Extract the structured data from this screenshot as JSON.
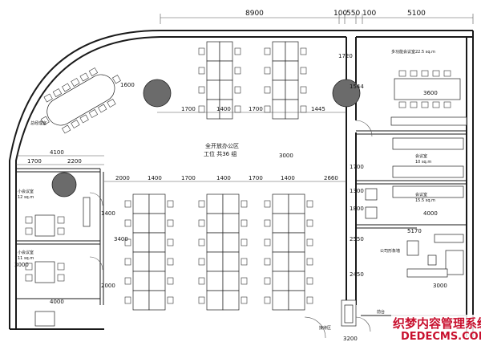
{
  "dimensions": {
    "top_left": "8900",
    "top_mid_a": "100",
    "top_mid_b": "550",
    "top_mid_c": "100",
    "top_right": "5100",
    "d1600": "1600",
    "d1700_a": "1700",
    "d1400_a": "1400",
    "d1700_b": "1700",
    "d1445": "1445",
    "d3600": "3600",
    "d4100": "4100",
    "d1700_c": "1700",
    "d2200": "2200",
    "d2000": "2000",
    "d1400_b": "1400",
    "d1700_d": "1700",
    "d1400_c": "1400",
    "d1700_e": "1700",
    "d1400_d": "1400",
    "d2660": "2660",
    "d3000_v": "3000",
    "d4000_a": "4000",
    "d5170": "5170",
    "d4000_b": "4000",
    "d3000_h": "3000",
    "d3000_b": "3000",
    "d2000_v": "2000",
    "d3200": "3200",
    "d1720": "1720",
    "d1544": "1544",
    "d1300": "1300",
    "d1800": "1800",
    "d1700_v": "1700",
    "d2550": "2550",
    "d2450": "2450",
    "d3400": "3400",
    "d1400_v": "1400"
  },
  "rooms": {
    "open_office_line1": "全开放办公区",
    "open_office_line2": "工位 共36 组",
    "meeting_large": "多功能会议室",
    "meeting_large_area": "22.5 sq.m",
    "meeting_a": "会议室",
    "meeting_a_area": "10 sq.m",
    "meeting_b": "会议室",
    "meeting_b_area": "15.5 sq.m",
    "small_meeting": "小会议室",
    "small_meeting_area": "12 sq.m",
    "small_meeting2": "小会议室",
    "small_meeting2_area": "11 sq.m",
    "reception": "接待区",
    "pantry": "公司形象墙",
    "front": "前台",
    "boss": "总经理室"
  },
  "watermark": {
    "line1": "织梦内容管理系统",
    "line2": "DEDECMS.COM"
  }
}
